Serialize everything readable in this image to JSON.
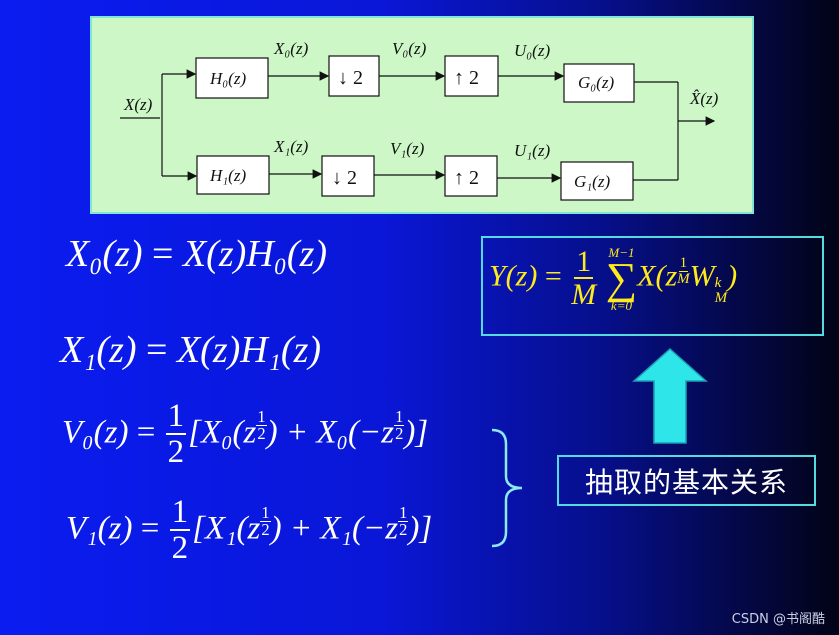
{
  "diagram": {
    "input_label": "X(z)",
    "output_label": "X̂(z)",
    "upper_branch": {
      "analysis_filter": "H₀(z)",
      "decimator": "↓ 2",
      "expander": "↑ 2",
      "synthesis_filter": "G₀(z)",
      "signal_after_filter": "X₀(z)",
      "signal_after_decimator": "V₀(z)",
      "signal_after_expander": "U₀(z)"
    },
    "lower_branch": {
      "analysis_filter": "H₁(z)",
      "decimator": "↓ 2",
      "expander": "↑ 2",
      "synthesis_filter": "G₁(z)",
      "signal_after_filter": "X₁(z)",
      "signal_after_decimator": "V₁(z)",
      "signal_after_expander": "U₁(z)"
    }
  },
  "equations": {
    "x0": {
      "lhs": "X₀(z)",
      "eq": "=",
      "rhs": "X(z)H₀(z)"
    },
    "x1": {
      "lhs": "X₁(z)",
      "eq": "=",
      "rhs": "X(z)H₁(z)"
    },
    "v0": {
      "lhs": "V₀(z)",
      "eq": "=",
      "coef_num": "1",
      "coef_den": "2",
      "open": "[X₀(z",
      "exp_num": "1",
      "exp_den": "2",
      "mid": ") + X₀(−z",
      "close": ")]"
    },
    "v1": {
      "lhs": "V₁(z)",
      "eq": "=",
      "coef_num": "1",
      "coef_den": "2",
      "open": "[X₁(z",
      "exp_num": "1",
      "exp_den": "2",
      "mid": ") + X₁(−z",
      "close": ")]"
    }
  },
  "general_formula": {
    "lhs": "Y(z)",
    "eq": "=",
    "coef_num": "1",
    "coef_den": "M",
    "sum_upper": "M−1",
    "sum_symbol": "∑",
    "sum_lower": "k=0",
    "term_open": "X(z",
    "exp_num": "1",
    "exp_den": "M",
    "w_base": "W",
    "w_sup": "k",
    "w_sub": "M",
    "term_close": ")"
  },
  "caption": "抽取的基本关系",
  "watermark": "CSDN @书阁酷",
  "colors": {
    "panel_bg": "#cdf7c7",
    "formula_text": "#ffeb1c",
    "arrow": "#2ee6ea",
    "box_border": "#54dbe0",
    "equation_text": "#ffffff"
  }
}
